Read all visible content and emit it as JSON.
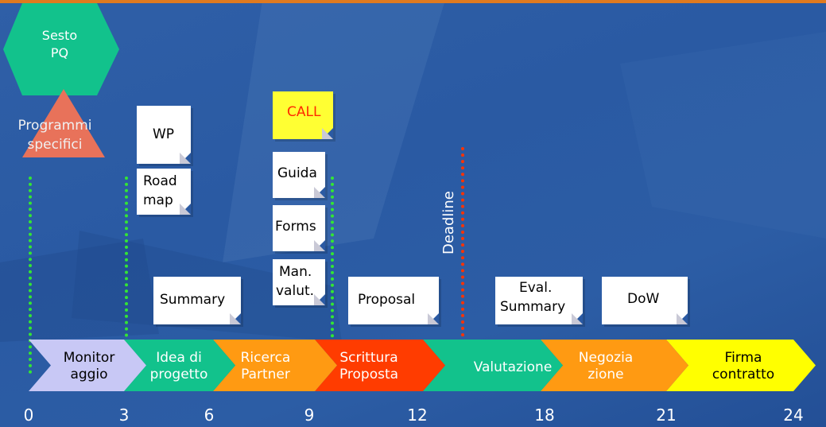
{
  "hexagon": {
    "line1": "Sesto",
    "line2": "PQ"
  },
  "triangle": {
    "line1": "Programmi",
    "line2": "specifici"
  },
  "notes": {
    "wp": "WP",
    "roadmap_1": "Road",
    "roadmap_2": "map",
    "call": "CALL",
    "guida": "Guida",
    "forms": "Forms",
    "manvalut_1": "Man.",
    "manvalut_2": "valut.",
    "summary": "Summary",
    "proposal": "Proposal",
    "evalsummary_1": "Eval.",
    "evalsummary_2": "Summary",
    "dow": "DoW"
  },
  "deadline": "Deadline",
  "phases": [
    {
      "line1": "Monitor",
      "line2": "aggio",
      "color": "#c8c8f5",
      "text_color": "#000000"
    },
    {
      "line1": "Idea di",
      "line2": "progetto",
      "color": "#12c28c",
      "text_color": "#ffffff"
    },
    {
      "line1": "Ricerca",
      "line2": "Partner",
      "color": "#ff9a12",
      "text_color": "#ffffff"
    },
    {
      "line1": "Scrittura",
      "line2": "Proposta",
      "color": "#ff3c00",
      "text_color": "#ffffff"
    },
    {
      "line1": "Valutazione",
      "line2": "",
      "color": "#12c28c",
      "text_color": "#ffffff"
    },
    {
      "line1": "Negozia",
      "line2": "zione",
      "color": "#ff9a12",
      "text_color": "#ffffff"
    },
    {
      "line1": "Firma",
      "line2": "contratto",
      "color": "#ffff00",
      "text_color": "#000000"
    }
  ],
  "ticks": [
    "0",
    "3",
    "6",
    "9",
    "12",
    "18",
    "21",
    "24"
  ],
  "colors": {
    "background": "#2b5aa3",
    "hexagon": "#12c28c",
    "triangle": "#e8725a",
    "milestone_dots": "#33e633",
    "deadline_dots": "#ff3300"
  }
}
